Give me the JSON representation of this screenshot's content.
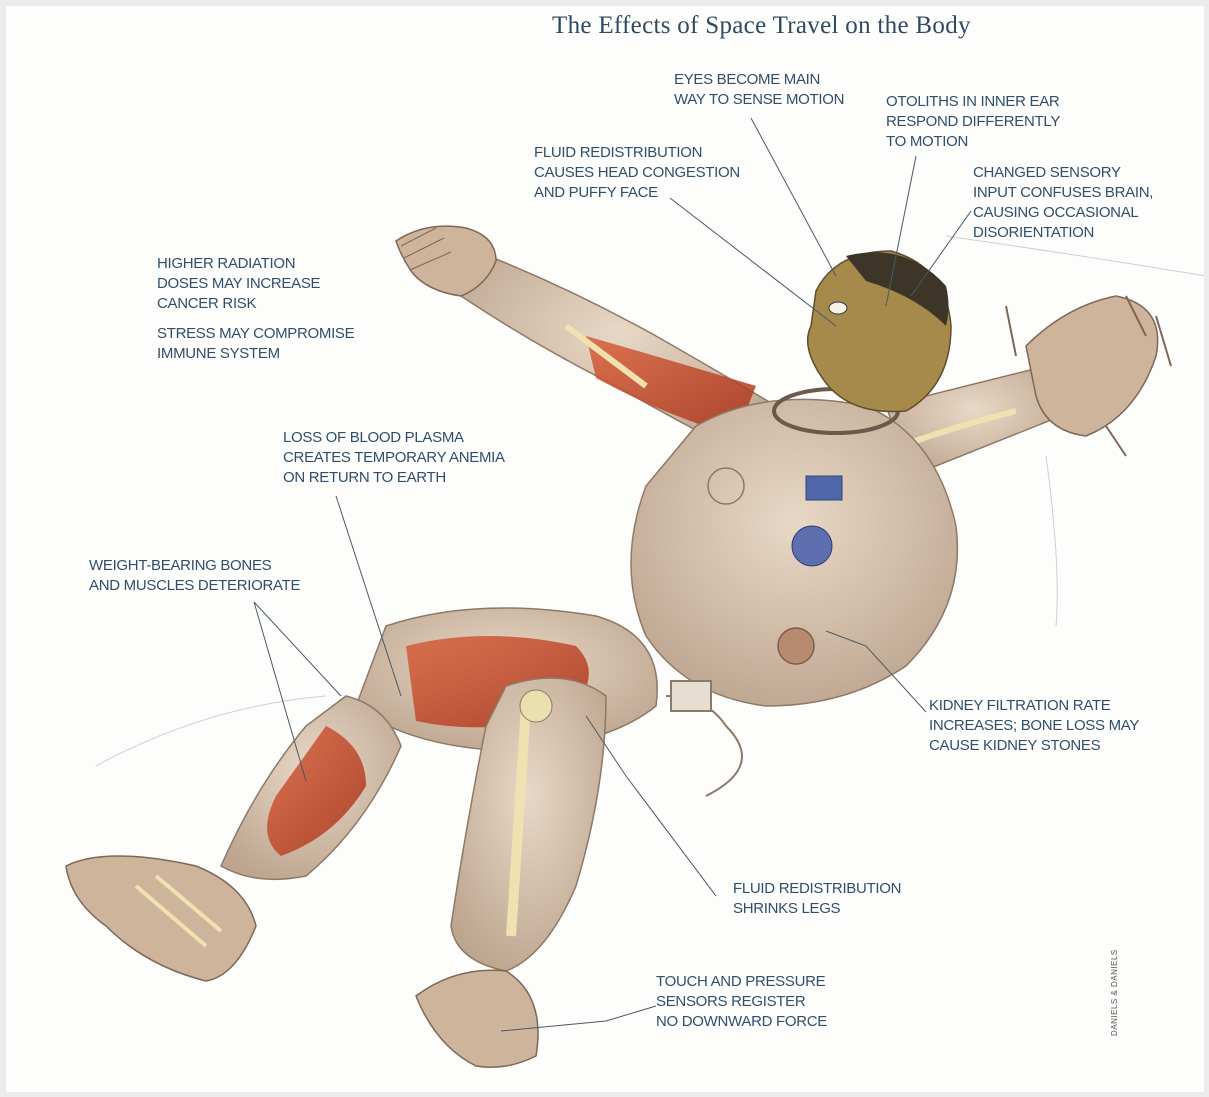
{
  "title": "The Effects of Space Travel on the Body",
  "callouts": {
    "eyes": [
      "EYES BECOME MAIN",
      "WAY TO SENSE MOTION"
    ],
    "otoliths": [
      "OTOLITHS IN INNER EAR",
      "RESPOND DIFFERENTLY",
      "TO MOTION"
    ],
    "fluid_head": [
      "FLUID REDISTRIBUTION",
      "CAUSES HEAD CONGESTION",
      "AND  PUFFY FACE"
    ],
    "sensory": [
      "CHANGED SENSORY",
      "INPUT CONFUSES BRAIN,",
      "CAUSING OCCASIONAL",
      "DISORIENTATION"
    ],
    "radiation": [
      "HIGHER RADIATION",
      "DOSES MAY INCREASE",
      "CANCER RISK"
    ],
    "stress": [
      "STRESS MAY COMPROMISE",
      "IMMUNE SYSTEM"
    ],
    "plasma": [
      "LOSS OF BLOOD PLASMA",
      "CREATES TEMPORARY ANEMIA",
      "ON RETURN TO EARTH"
    ],
    "bones": [
      "WEIGHT-BEARING BONES",
      "AND MUSCLES DETERIORATE"
    ],
    "kidney": [
      "KIDNEY FILTRATION RATE",
      "INCREASES; BONE LOSS MAY",
      "CAUSE KIDNEY STONES"
    ],
    "fluid_legs": [
      "FLUID REDISTRIBUTION",
      "SHRINKS LEGS"
    ],
    "touch": [
      "TOUCH AND PRESSURE",
      "SENSORS REGISTER",
      "NO DOWNWARD FORCE"
    ]
  },
  "credit": "DANIELS & DANIELS",
  "colors": {
    "label_text": "#2f4f6b",
    "leader_line": "#4a5a66",
    "suit": "#d9c3ad",
    "suit_shadow": "#a8927e",
    "muscle": "#c9462a",
    "bone": "#eadfae",
    "face": "#a58a4c"
  }
}
